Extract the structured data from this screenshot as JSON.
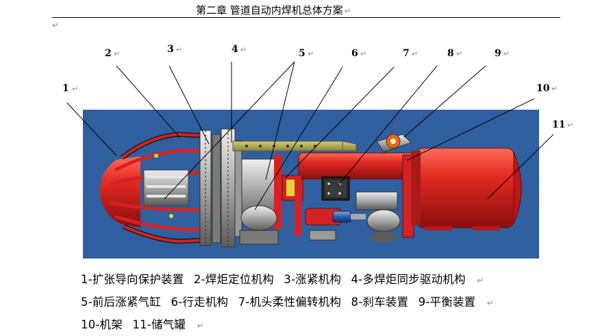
{
  "header": {
    "title": "第二章 管道自动内焊机总体方案",
    "return_mark": "↵"
  },
  "paragraph_mark": "↵",
  "figure": {
    "background_color": "#2f5f9e",
    "machine_red": "#d42222",
    "callouts": [
      {
        "num": "1"
      },
      {
        "num": "2"
      },
      {
        "num": "3"
      },
      {
        "num": "4"
      },
      {
        "num": "5"
      },
      {
        "num": "6"
      },
      {
        "num": "7"
      },
      {
        "num": "8"
      },
      {
        "num": "9"
      },
      {
        "num": "10"
      },
      {
        "num": "11"
      }
    ]
  },
  "legend": {
    "line1": [
      "1-扩张导向保护装置",
      "2-焊炬定位机构",
      "3-涨紧机构",
      "4-多焊炬同步驱动机构"
    ],
    "line2": [
      "5-前后涨紧气缸",
      "6-行走机构",
      "7-机头柔性偏转机构",
      "8-刹车装置",
      "9-平衡装置"
    ],
    "line3": [
      "10-机架",
      "11-储气罐"
    ],
    "return_mark": "↵"
  }
}
